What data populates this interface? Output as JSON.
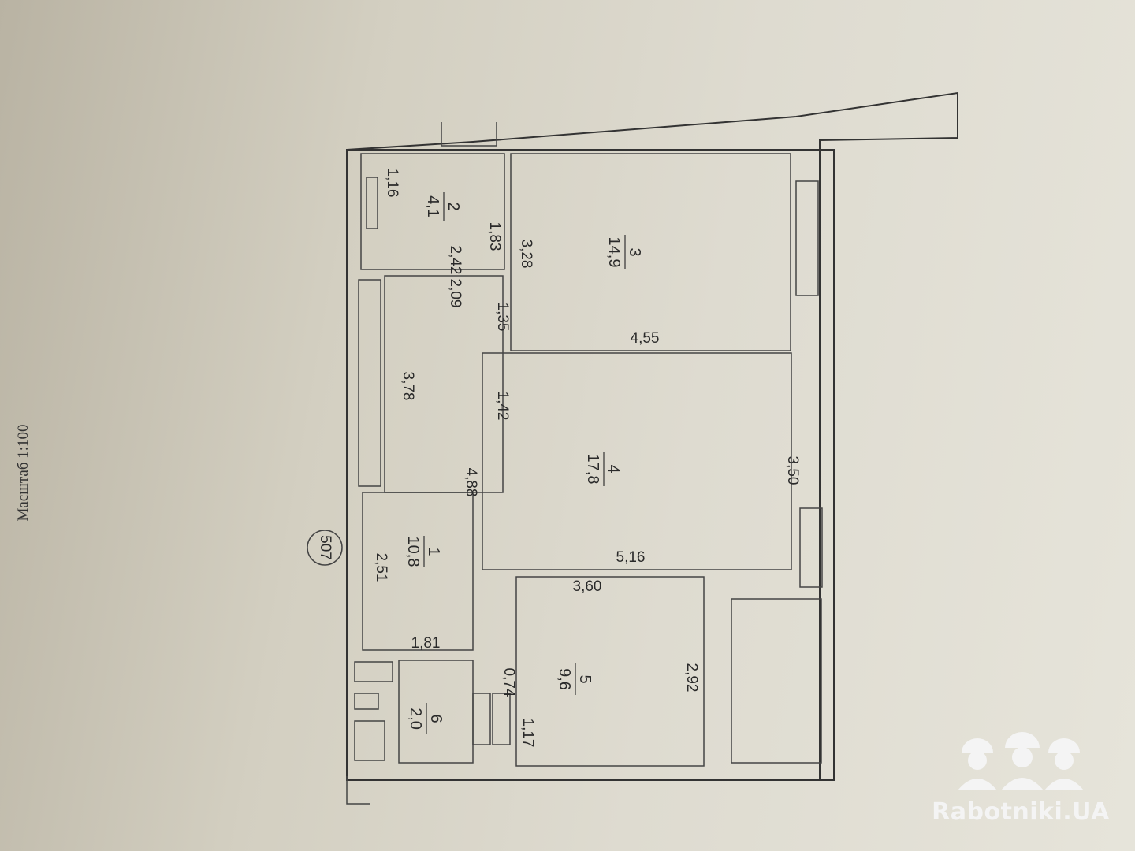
{
  "scale_label": "Масштаб 1:100",
  "unit_number": "507",
  "rooms": [
    {
      "id": "1",
      "number": "1",
      "area": "10,8"
    },
    {
      "id": "2",
      "number": "2",
      "area": "4,1"
    },
    {
      "id": "3",
      "number": "3",
      "area": "14,9"
    },
    {
      "id": "4",
      "number": "4",
      "area": "17,8"
    },
    {
      "id": "5",
      "number": "5",
      "area": "9,6"
    },
    {
      "id": "6",
      "number": "6",
      "area": "2,0"
    }
  ],
  "dimensions": [
    "1,16",
    "1,83",
    "2,42",
    "2,09",
    "3,28",
    "1,35",
    "4,55",
    "3,78",
    "1,42",
    "4,88",
    "3,50",
    "2,51",
    "5,16",
    "3,60",
    "1,81",
    "0,74",
    "2,92",
    "1,17"
  ],
  "watermark": {
    "text": "Rabotniki.UA",
    "icon": "three-workers-hardhat-icon",
    "color": "#f4f4f4"
  },
  "colors": {
    "paper": "#dedbd0",
    "lines": "#333333"
  }
}
